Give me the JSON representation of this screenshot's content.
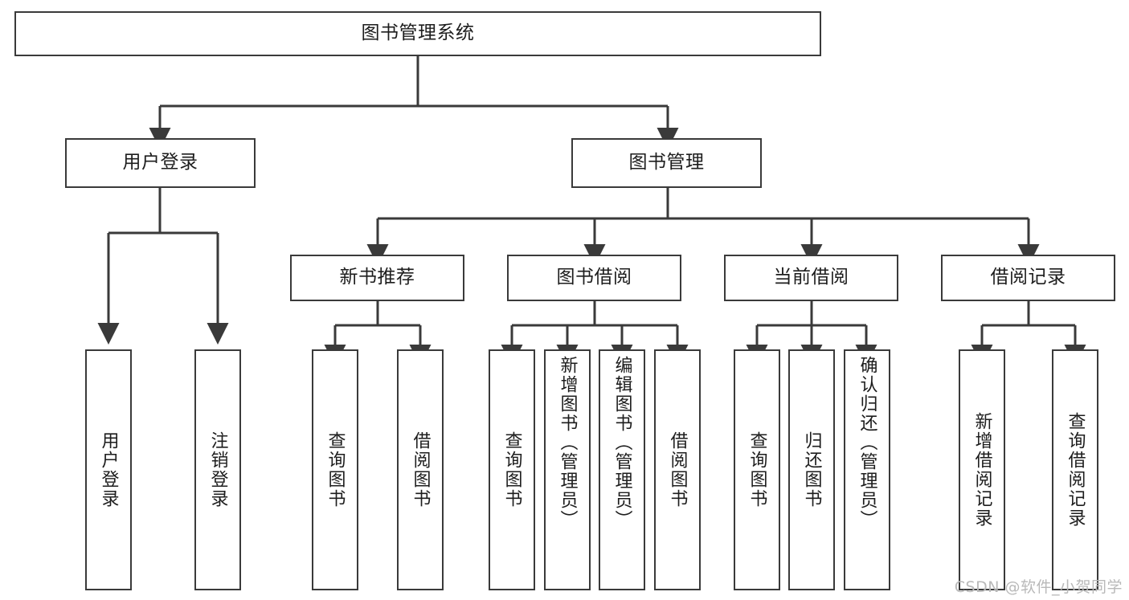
{
  "diagram": {
    "title": "图书管理系统",
    "type": "tree",
    "watermark": "CSDN @软件_小贺同学",
    "colors": {
      "border": "#3a3a3a",
      "background": "#ffffff",
      "text": "#1d1d1d",
      "edge": "#3a3a3a",
      "watermark": "#b9b9b9"
    },
    "root": {
      "label": "图书管理系统"
    },
    "level2": [
      {
        "label": "用户登录"
      },
      {
        "label": "图书管理"
      }
    ],
    "level3": [
      {
        "label": "新书推荐"
      },
      {
        "label": "图书借阅"
      },
      {
        "label": "当前借阅"
      },
      {
        "label": "借阅记录"
      }
    ],
    "leaves": {
      "user_login": [
        {
          "label": "用户登录"
        },
        {
          "label": "注销登录"
        }
      ],
      "new_book_recommend": [
        {
          "label": "查询图书"
        },
        {
          "label": "借阅图书"
        }
      ],
      "book_borrow": [
        {
          "label": "查询图书"
        },
        {
          "label": "新增图书（管理员）"
        },
        {
          "label": "编辑图书（管理员）"
        },
        {
          "label": "借阅图书"
        }
      ],
      "current_borrow": [
        {
          "label": "查询图书"
        },
        {
          "label": "归还图书"
        },
        {
          "label": "确认归还（管理员）"
        }
      ],
      "borrow_record": [
        {
          "label": "新增借阅记录"
        },
        {
          "label": "查询借阅记录"
        }
      ]
    }
  }
}
